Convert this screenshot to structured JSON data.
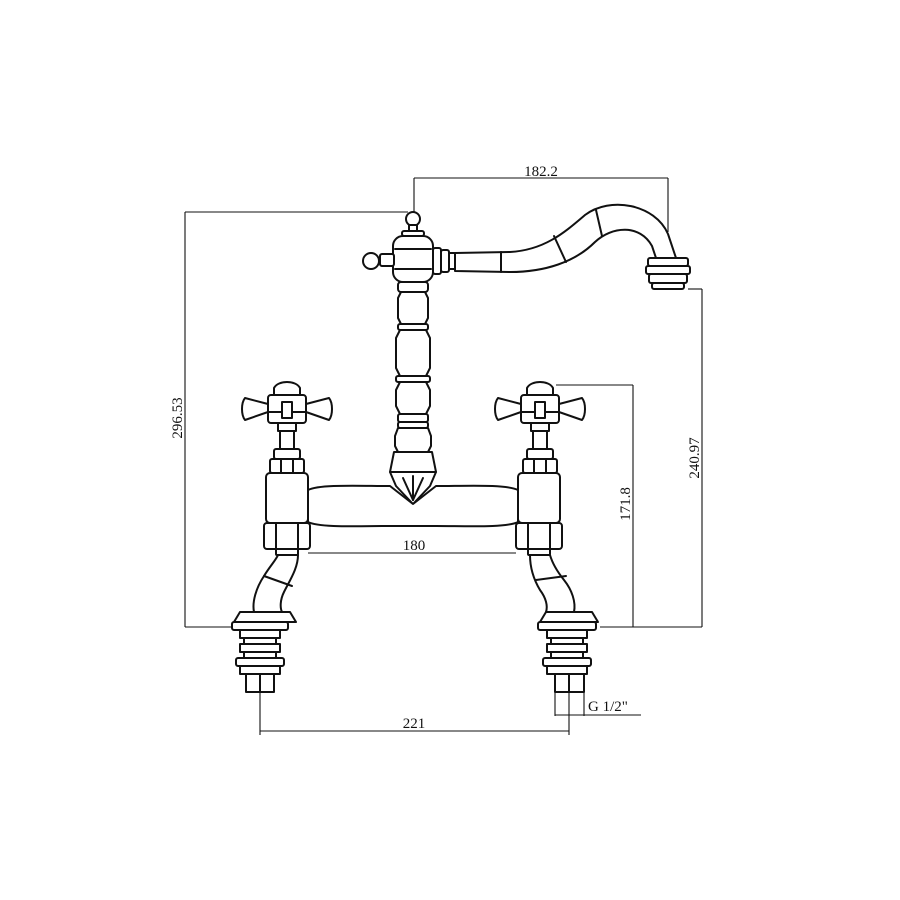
{
  "dimensions": {
    "spout_reach": "182.2",
    "total_height": "296.53",
    "spout_outlet_height": "240.97",
    "handle_height": "171.8",
    "body_width": "180",
    "tail_centres": "221",
    "thread": "G 1/2\""
  },
  "colors": {
    "line": "#111111",
    "background": "#ffffff"
  }
}
